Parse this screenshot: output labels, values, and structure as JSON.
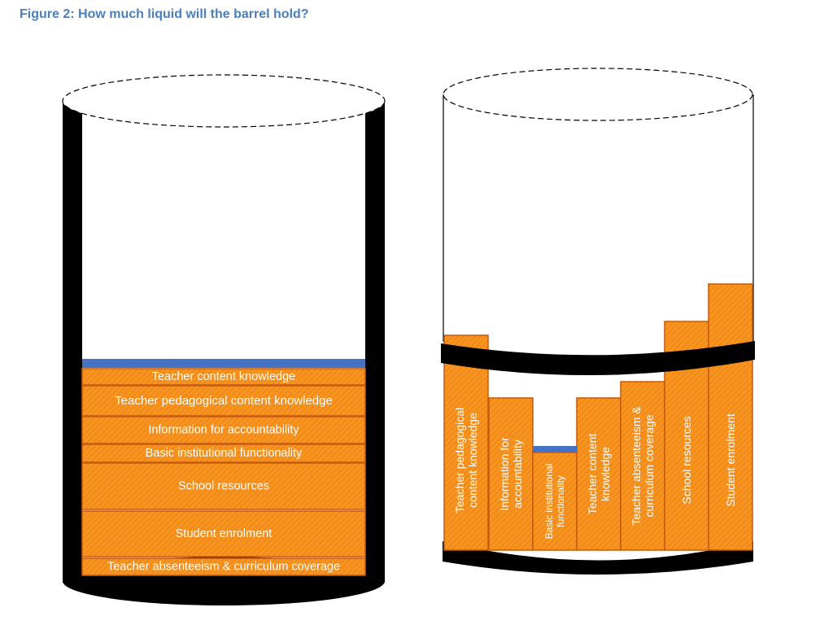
{
  "title": "Figure 2: How much liquid will the barrel hold?",
  "colors": {
    "title": "#4a7fbf",
    "stave_fill": "#f7931e",
    "stave_border": "#c55a11",
    "liquid": "#4472c4",
    "barrel": "#000000",
    "label": "#ffffff"
  },
  "left_barrel": {
    "layers": [
      "Teacher content knowledge",
      "Teacher pedagogical content knowledge",
      "Information for accountability",
      "Basic institutional functionality",
      "School resources",
      "Student enrolment",
      "Teacher absenteeism & curriculum coverage"
    ]
  },
  "right_barrel": {
    "staves": [
      [
        "Teacher pedagogical",
        "content knowledge"
      ],
      [
        "Information for",
        "accountability"
      ],
      [
        "Basic institutional",
        "functionality"
      ],
      [
        "Teacher content",
        "knowledge"
      ],
      [
        "Teacher absenteeism &",
        "curriculum coverage"
      ],
      [
        "School resources"
      ],
      [
        "Student enrolment"
      ]
    ]
  }
}
